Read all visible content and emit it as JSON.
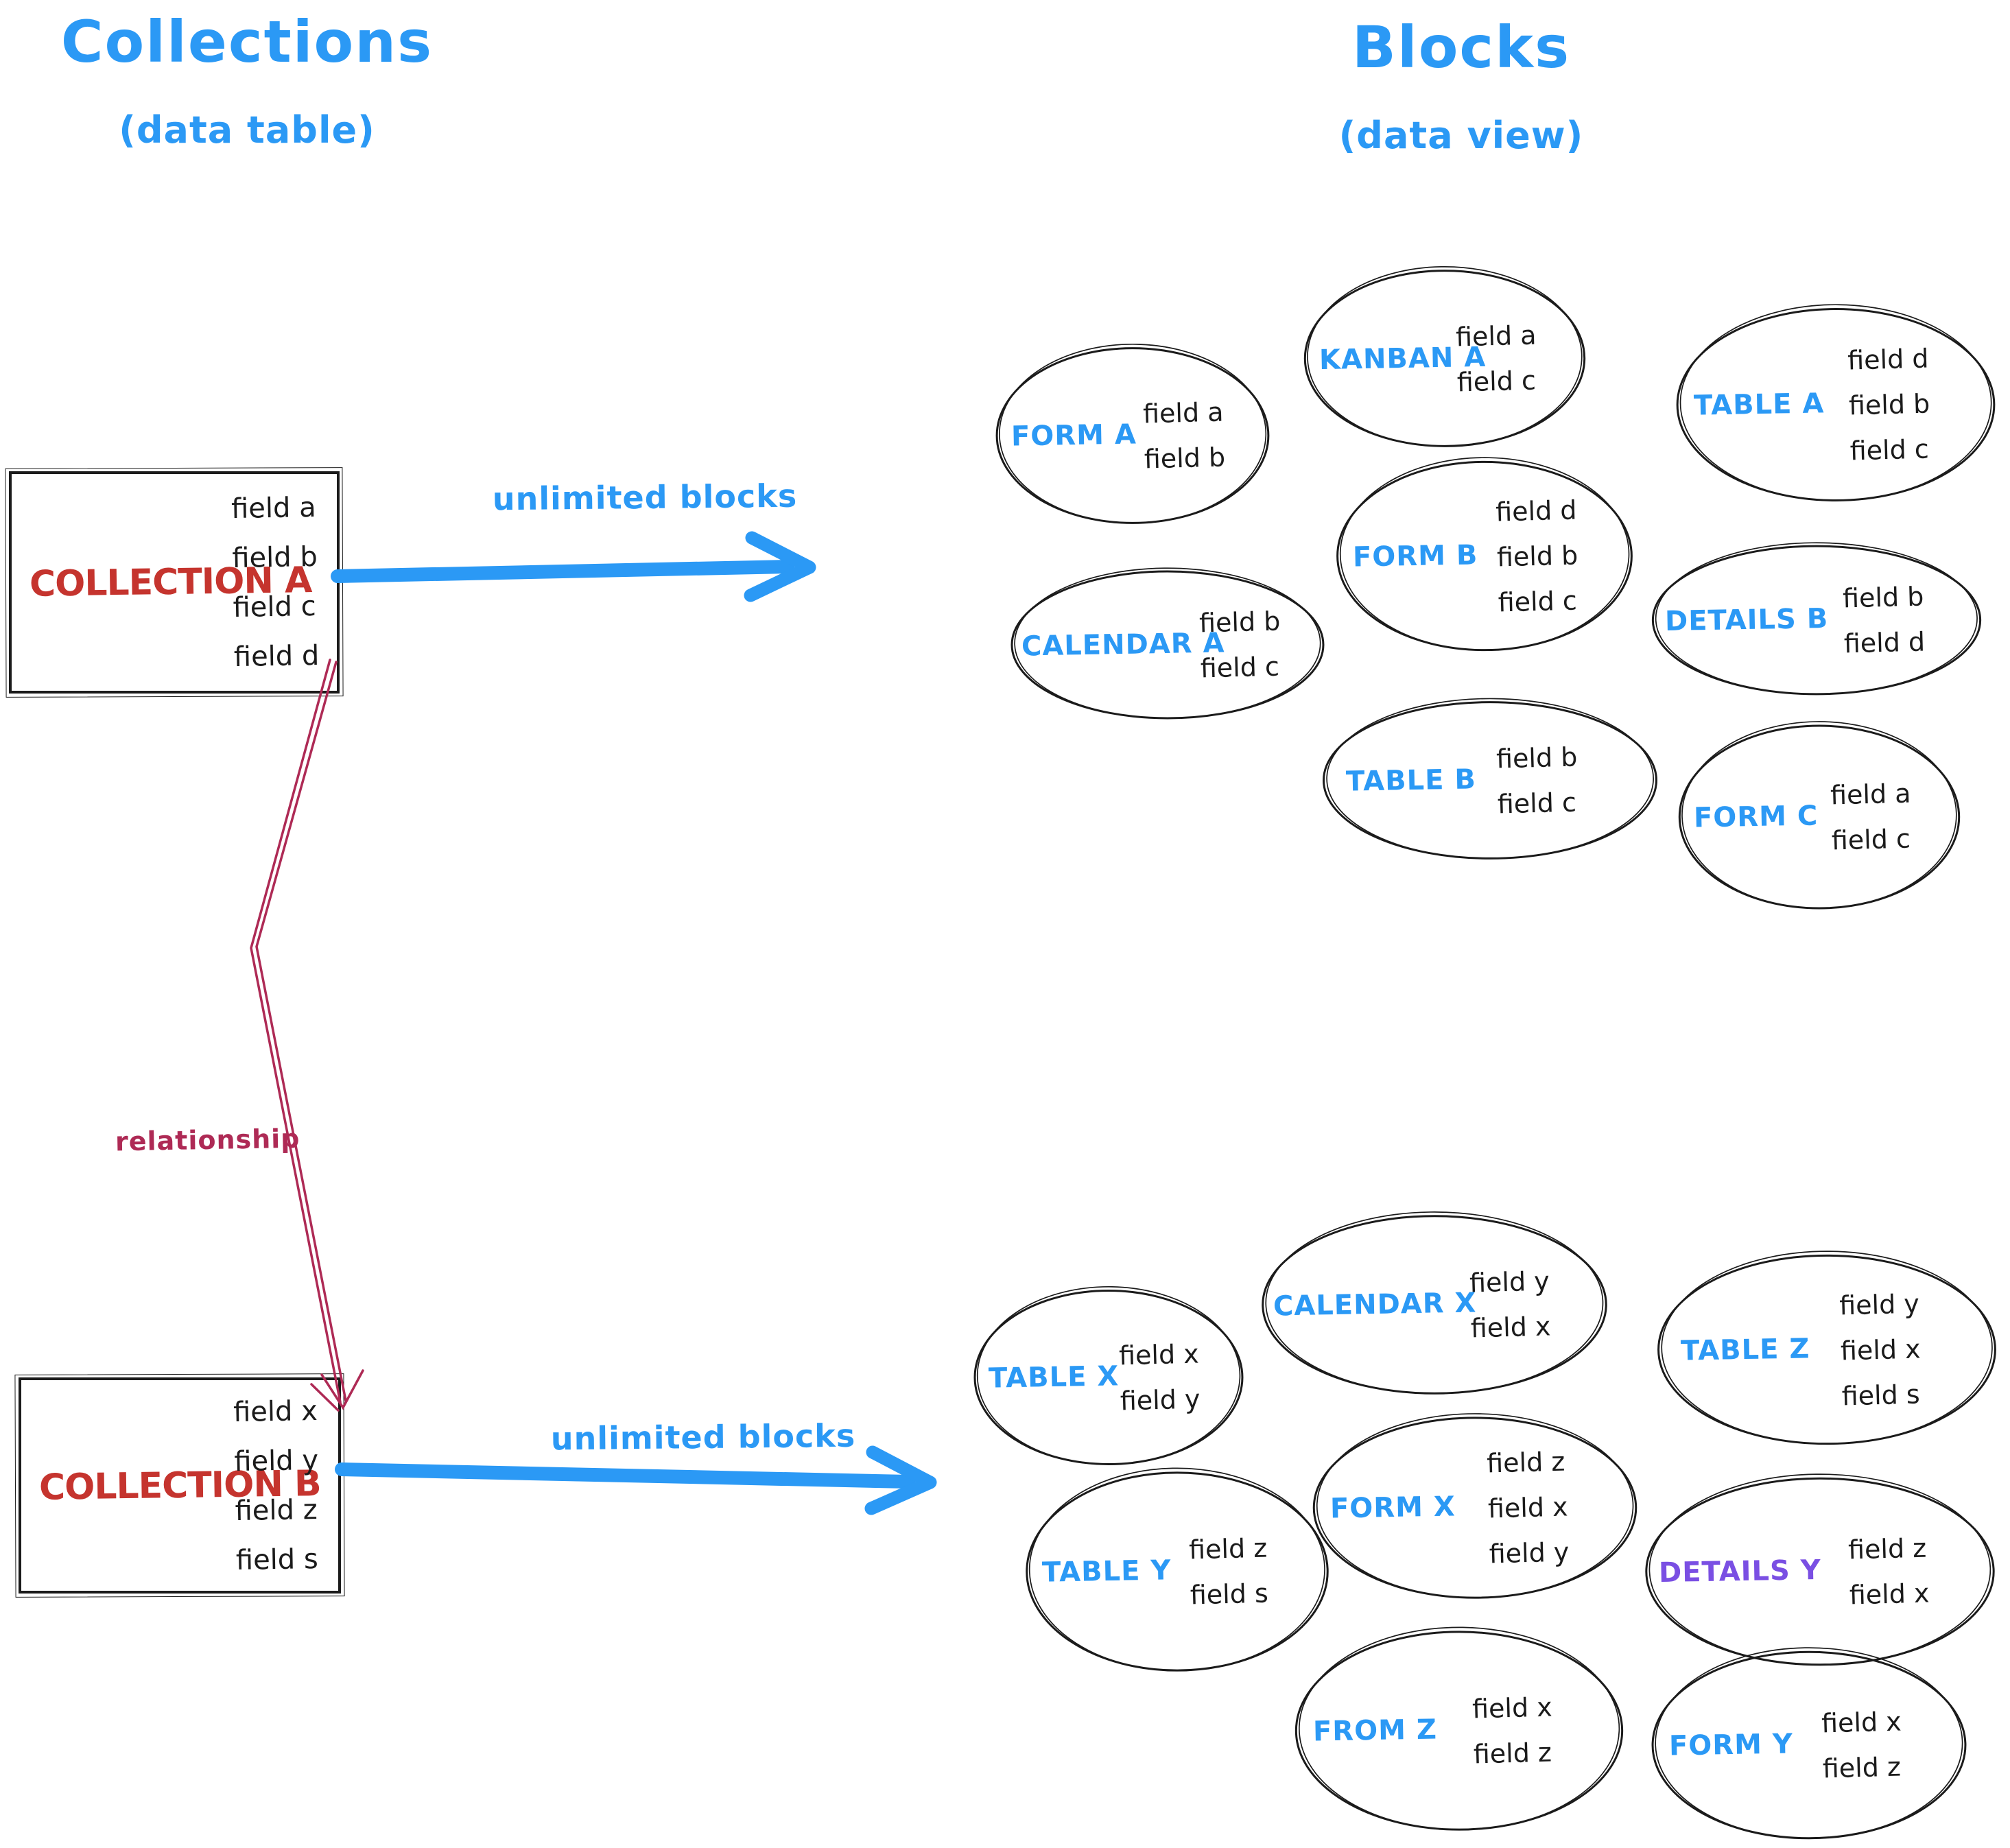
{
  "headings": {
    "left_title": "Collections",
    "left_subtitle": "(data table)",
    "right_title": "Blocks",
    "right_subtitle": "(data view)"
  },
  "collections": [
    {
      "name": "COLLECTION A",
      "fields": [
        "field a",
        "field b",
        "field c",
        "field d"
      ]
    },
    {
      "name": "COLLECTION B",
      "fields": [
        "field x",
        "field y",
        "field z",
        "field s"
      ]
    }
  ],
  "arrows": {
    "top_label": "unlimited blocks",
    "bottom_label": "unlimited blocks",
    "relationship_label": "relationship"
  },
  "blocks": {
    "top": [
      {
        "label": "FORM A",
        "fields": [
          "field a",
          "field b"
        ]
      },
      {
        "label": "KANBAN A",
        "fields": [
          "field a",
          "field c"
        ]
      },
      {
        "label": "TABLE A",
        "fields": [
          "field d",
          "field b",
          "field c"
        ]
      },
      {
        "label": "CALENDAR A",
        "fields": [
          "field b",
          "field c"
        ]
      },
      {
        "label": "FORM B",
        "fields": [
          "field d",
          "field b",
          "field c"
        ]
      },
      {
        "label": "DETAILS B",
        "fields": [
          "field b",
          "field d"
        ]
      },
      {
        "label": "TABLE B",
        "fields": [
          "field b",
          "field c"
        ]
      },
      {
        "label": "FORM C",
        "fields": [
          "field a",
          "field c"
        ]
      }
    ],
    "bottom": [
      {
        "label": "TABLE X",
        "fields": [
          "field x",
          "field y"
        ]
      },
      {
        "label": "CALENDAR X",
        "fields": [
          "field y",
          "field x"
        ]
      },
      {
        "label": "TABLE Z",
        "fields": [
          "field y",
          "field x",
          "field s"
        ]
      },
      {
        "label": "TABLE Y",
        "fields": [
          "field z",
          "field s"
        ]
      },
      {
        "label": "FORM X",
        "fields": [
          "field z",
          "field x",
          "field y"
        ]
      },
      {
        "label": "DETAILS Y",
        "fields": [
          "field z",
          "field x"
        ]
      },
      {
        "label": "FROM Z",
        "fields": [
          "field x",
          "field z"
        ]
      },
      {
        "label": "FORM Y",
        "fields": [
          "field x",
          "field z"
        ]
      }
    ]
  },
  "colors": {
    "blue": "#2b99f5",
    "red": "#c5342e",
    "crimson": "#ae2a55",
    "purple": "#7a4fe3",
    "ink": "#1b1b1b"
  }
}
